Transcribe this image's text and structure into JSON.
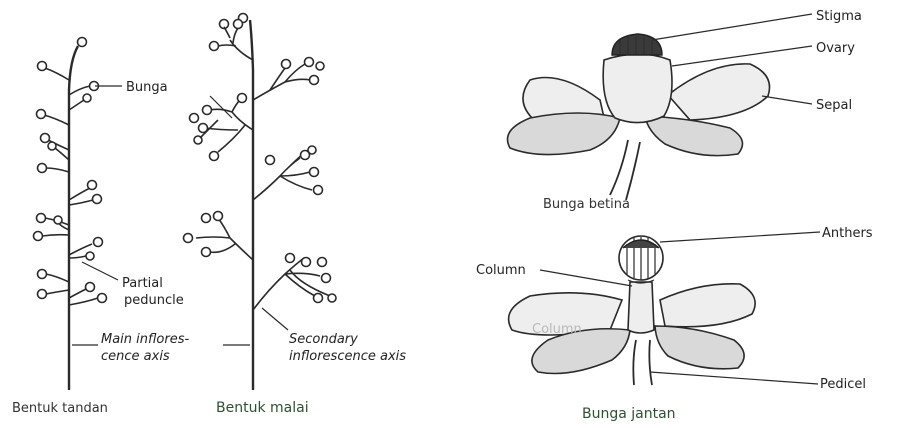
{
  "left_panel": {
    "label_bunga": "Bunga",
    "label_partial": "Partial",
    "label_peduncle": "peduncle",
    "label_main_axis_1": "Main inflores-",
    "label_main_axis_2": "cence axis",
    "label_secondary_1": "Secondary",
    "label_secondary_2": "inflorescence axis",
    "caption_tandan": "Bentuk tandan",
    "caption_malai": "Bentuk malai"
  },
  "right_panel": {
    "label_stigma": "Stigma",
    "label_ovary": "Ovary",
    "label_sepal": "Sepal",
    "caption_betina": "Bunga betina",
    "label_anthers": "Anthers",
    "label_column": "Column",
    "label_column_faint": "Column",
    "label_pedicel": "Pedicel",
    "caption_jantan": "Bunga jantan"
  }
}
